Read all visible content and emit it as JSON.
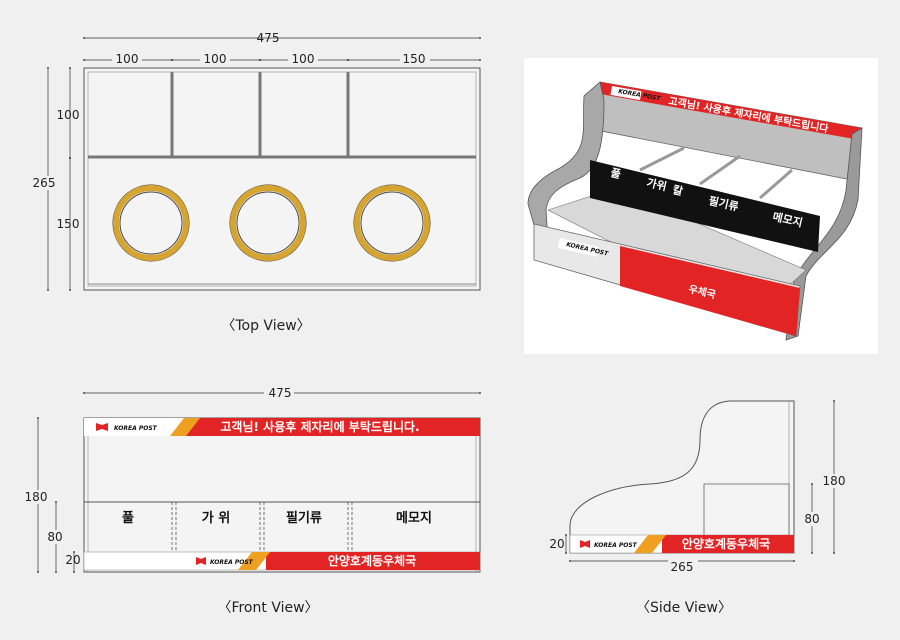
{
  "top_view": {
    "caption": "〈Top View〉",
    "dims": {
      "total_width": "475",
      "widths": [
        "100",
        "100",
        "100",
        "150"
      ],
      "total_depth": "265",
      "rear_depth": "100",
      "front_depth": "150"
    }
  },
  "front_view": {
    "caption": "〈Front View〉",
    "dims": {
      "width": "475",
      "height": "180",
      "middle": "80",
      "base": "20"
    },
    "banner_top": "고객님! 사용후 제자리에 부탁드립니다.",
    "logo_text": "KOREA POST",
    "labels": [
      "풀",
      "가 위",
      "필기류",
      "메모지"
    ],
    "banner_bottom": "안양호계동우체국"
  },
  "side_view": {
    "caption": "〈Side View〉",
    "dims": {
      "height": "180",
      "middle": "80",
      "base": "20",
      "depth": "265"
    },
    "logo_text": "KOREA POST",
    "banner": "안양호계동우체국"
  },
  "render_3d": {
    "banner_top": "고객님! 사용후 제자리에 부탁드립니다",
    "logo_text": "KOREA POST",
    "labels": [
      "풀",
      "가위",
      "칼",
      "필기류",
      "메모지"
    ],
    "banner_bottom": "우체국"
  },
  "colors": {
    "banner_red": "#e32424",
    "ring_gold": "#d6a431",
    "ring_fill": "#f4f4f4",
    "background": "#f0f0f0"
  }
}
